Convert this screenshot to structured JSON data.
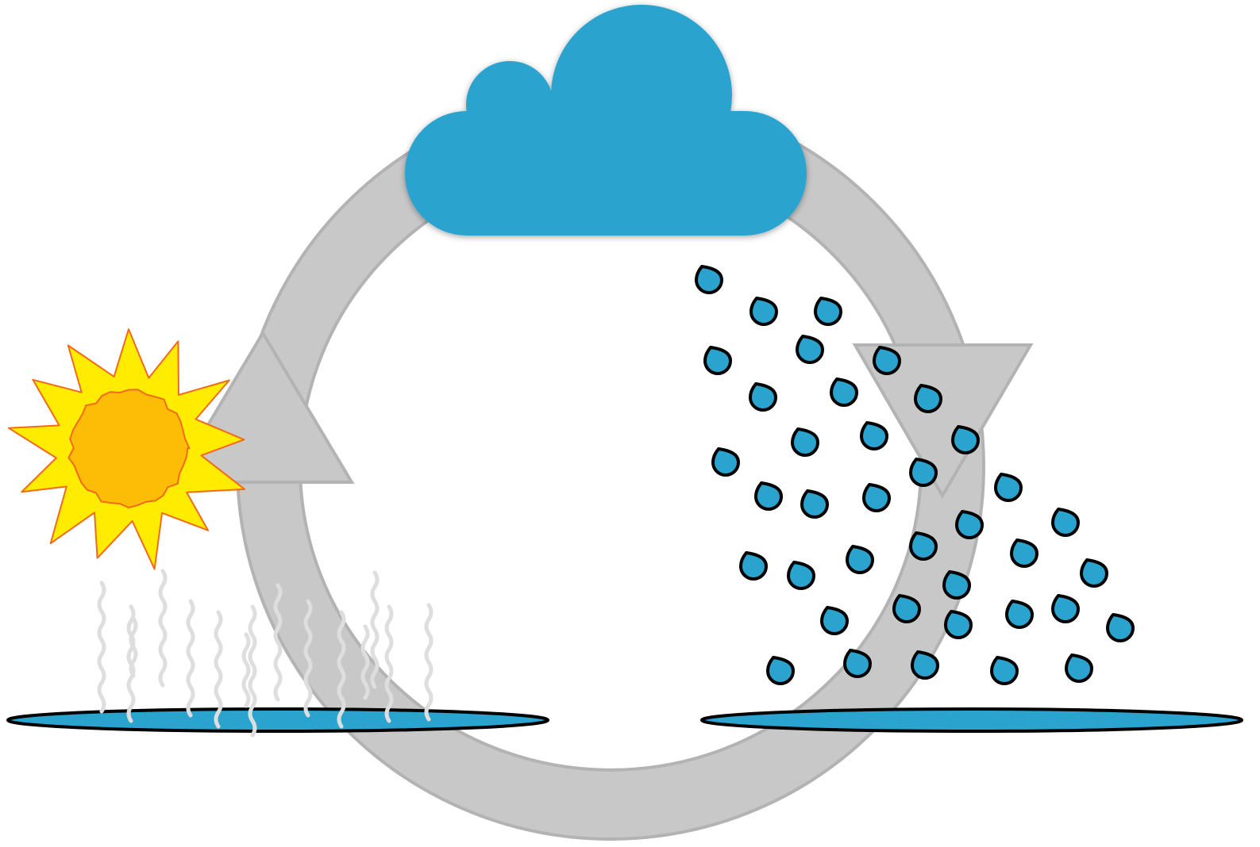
{
  "diagram": {
    "type": "water-cycle illustration",
    "elements": [
      "cycle-ring",
      "cycle-arrow-up",
      "cycle-arrow-down",
      "cloud-icon",
      "sun-icon",
      "evaporation-vapor",
      "raindrops",
      "left-water-pool",
      "right-water-pool"
    ]
  },
  "colors": {
    "ring_fill": "#c8c8c8",
    "ring_stroke": "#b3b3b3",
    "cloud": "#2aa3cf",
    "sun_core": "#fdbd07",
    "sun_rays": "#ffec00",
    "sun_outline": "#f26a1b",
    "water": "#2aa3cf",
    "vapor": "#dedede",
    "outline": "#000000"
  }
}
